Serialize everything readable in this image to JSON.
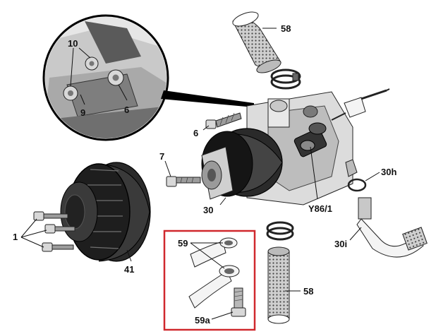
{
  "labels": {
    "l10": "10",
    "l9": "9",
    "l6_inset": "6",
    "l58_top": "58",
    "l6": "6",
    "l7": "7",
    "l30h": "30h",
    "l1": "1",
    "l30": "30",
    "l41": "41",
    "lY86": "Y86/1",
    "l30i": "30i",
    "l59": "59",
    "l58_bottom": "58",
    "l59a": "59a"
  },
  "colors": {
    "highlight_box": "#d0282d"
  }
}
